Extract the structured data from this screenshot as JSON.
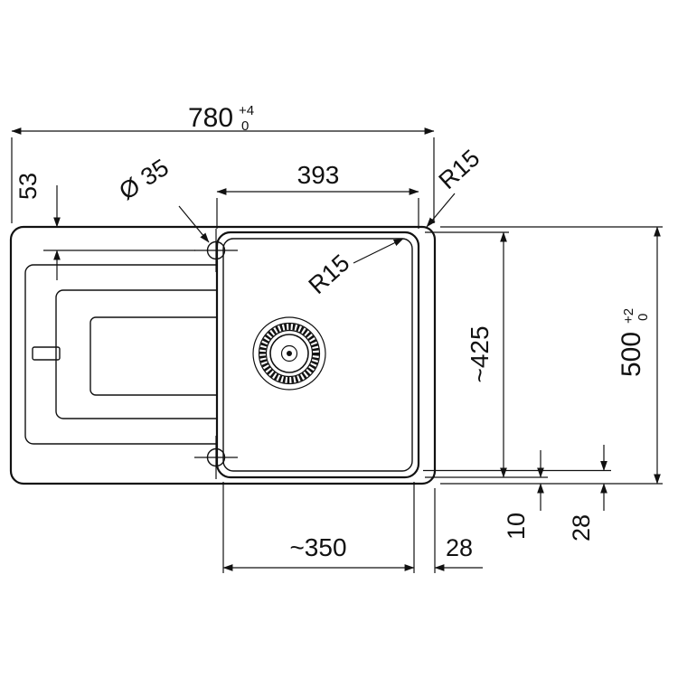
{
  "drawing": {
    "type": "sink-installation-technical-drawing",
    "colors": {
      "line": "#111111",
      "background": "#ffffff"
    },
    "labels": {
      "overall_width": {
        "value": "780",
        "tol_plus": "+4",
        "tol_minus": "0"
      },
      "bowl_top_width": "393",
      "tap_offset": "53",
      "tap_hole_diameter": "Ø 35",
      "corner_radius_outer": "R15",
      "corner_radius_bowl": "R15",
      "bowl_length": "~425",
      "overall_depth": {
        "value": "500",
        "tol_plus": "+2",
        "tol_minus": "0"
      },
      "bowl_bottom_width": "~350",
      "right_edge_distance": "28",
      "bottom_gap": "10",
      "bottom_edge_distance": "28"
    }
  }
}
